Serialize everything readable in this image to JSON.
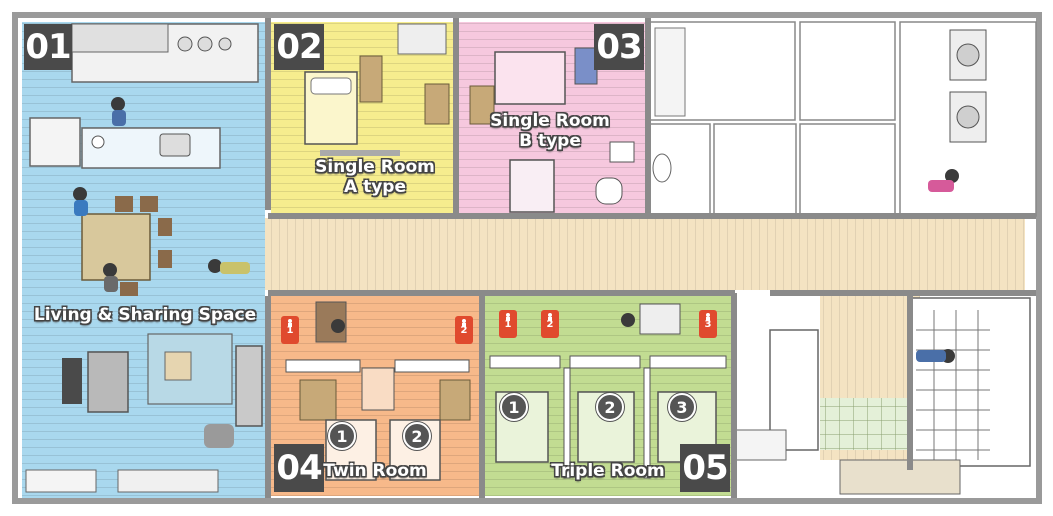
{
  "rooms": [
    {
      "number": "01",
      "name": "Living & Sharing Space"
    },
    {
      "number": "02",
      "name_line1": "Single Room",
      "name_line2": "A type"
    },
    {
      "number": "03",
      "name_line1": "Single Room",
      "name_line2": "B type"
    },
    {
      "number": "04",
      "name": "Twin Room"
    },
    {
      "number": "05",
      "name": "Triple Room"
    }
  ],
  "bed_numbers": {
    "twin": [
      "1",
      "2"
    ],
    "triple": [
      "1",
      "2",
      "3"
    ]
  },
  "key_tags": {
    "twin": [
      "1",
      "2"
    ],
    "triple": [
      "1",
      "2",
      "3"
    ]
  },
  "colors": {
    "living": "#a9d8ee",
    "single_a": "#f6ed8e",
    "single_b": "#f6c8de",
    "twin": "#f7b98a",
    "triple": "#c2dc92",
    "corridor": "#f4e3c2",
    "wall": "#7a7a7a",
    "key_tag": "#e04a2e"
  }
}
